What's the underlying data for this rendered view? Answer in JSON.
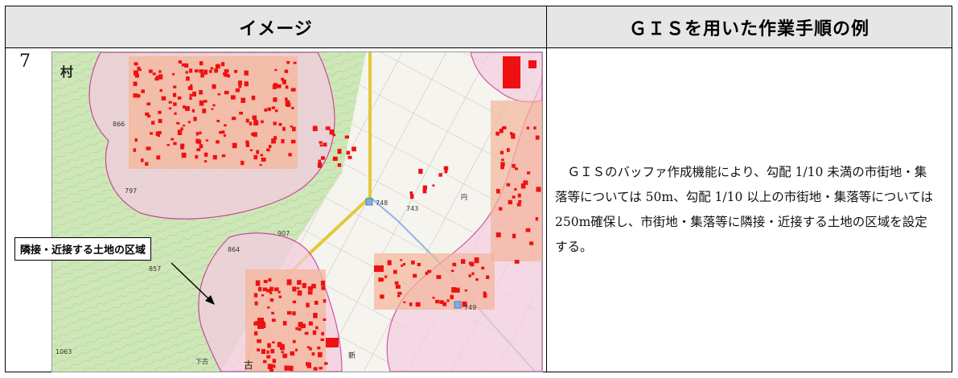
{
  "table": {
    "header_image": "イメージ",
    "header_procedure": "ＧＩＳを用いた作業手順の例",
    "row_number": "7"
  },
  "map": {
    "callout": "隣接・近接する土地の区域",
    "labels": {
      "village": "村",
      "elev_866": "866",
      "elev_797": "797",
      "elev_748": "748",
      "elev_743": "743",
      "elev_907": "907",
      "elev_864": "864",
      "elev_857": "857",
      "elev_749": "749",
      "elev_1063": "1063",
      "place_shimofuru": "下古",
      "place_furu": "古",
      "place_shin": "新",
      "place_en": "円"
    },
    "colors": {
      "forest": "#cde8b8",
      "urban": "#f6f4ee",
      "buffer": "#f4cde0",
      "buffer_edge": "#c2188c",
      "settlement": "#f4b59a",
      "building": "#ee1111",
      "road": "#e3c83a"
    }
  },
  "description": "ＧＩＳのバッファ作成機能により、勾配 1/10 未満の市街地・集落等については 50m、勾配 1/10 以上の市街地・集落等については 250m確保し、市街地・集落等に隣接・近接する土地の区域を設定する。"
}
